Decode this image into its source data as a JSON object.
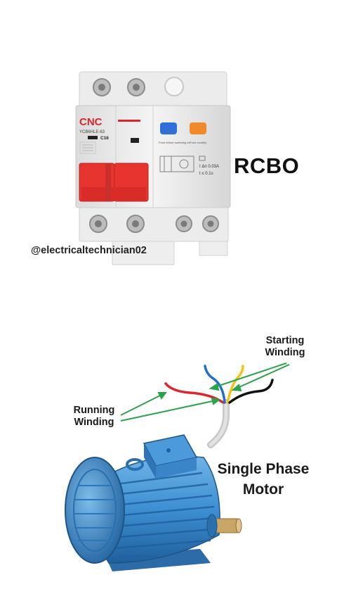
{
  "breaker": {
    "title": "RCBO",
    "brand": "CNC",
    "model": "YCB6HLE-63",
    "rating": "C16",
    "push_before": "Push before switching on",
    "push_monthly": "Push monthly",
    "trip_current": "I Δn 0.03A",
    "trip_time": "t ≤ 0.1s"
  },
  "watermark": "@electricaltechnician02",
  "motor": {
    "title_line1": "Single Phase",
    "title_line2": "Motor",
    "running_line1": "Running",
    "running_line2": "Winding",
    "starting_line1": "Starting",
    "starting_line2": "Winding"
  },
  "colors": {
    "handle": "#e8342f",
    "brand": "#d8262b",
    "test_button": "#2f6fd6",
    "reset_button": "#f08a2a",
    "motor_body": "#3d8fd1",
    "arrow": "#2aa34a",
    "wire_red": "#e0262a",
    "wire_blue": "#1f6fd0",
    "wire_yellow": "#f2c318",
    "wire_black": "#111111"
  }
}
